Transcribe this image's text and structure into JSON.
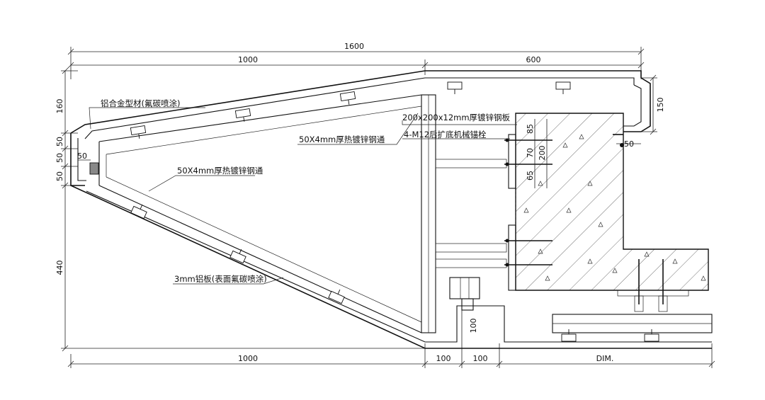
{
  "dimensions": {
    "top_total": "1600",
    "top_left": "1000",
    "top_right": "600",
    "left_160": "160",
    "left_50a": "50",
    "left_50b": "50",
    "left_50c": "50",
    "left_440": "440",
    "inner_50": "50",
    "right_150": "150",
    "right_50": "50",
    "bottom_1000": "1000",
    "bottom_100a": "100",
    "bottom_100b": "100",
    "bottom_dim": "DIM.",
    "vert_100": "100",
    "plate_85": "85",
    "plate_70": "70",
    "plate_200": "200",
    "plate_65": "65"
  },
  "labels": {
    "alu_profile": "铝合金型材(氟碳喷涂)",
    "steel_plate": "200x200x12mm厚镀锌钢板",
    "anchor_bolt": "4-M12后扩底机械锚栓",
    "steel_tube_upper": "50X4mm厚热镀锌钢通",
    "steel_tube_lower": "50X4mm厚热镀锌钢通",
    "alu_panel": "3mm铝板(表面氟碳喷涂)"
  }
}
